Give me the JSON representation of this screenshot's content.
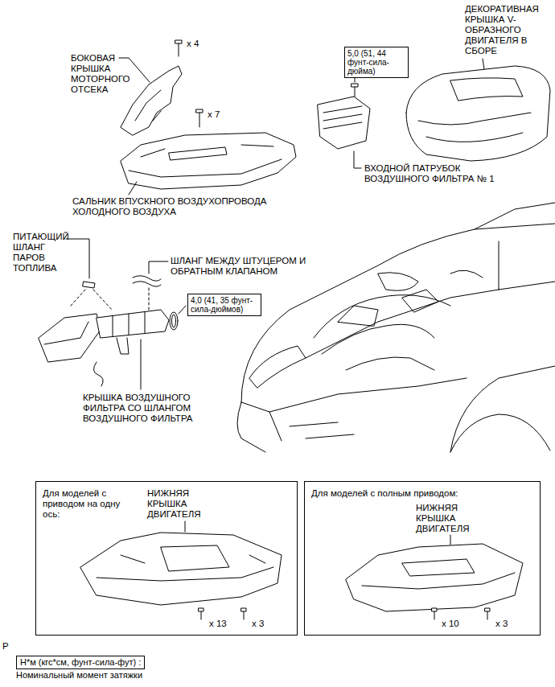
{
  "diagram": {
    "nodes": [
      {
        "text": [
          "5,0 (51, 44 фунт-сила-дюйма)"
        ]
      },
      {
        "text": [
          "4,0 (41, 35 фунт-сила-дюймов)"
        ]
      },
      {
        "text": [
          "Для моделей с приводом на одну ось:",
          "НИЖНЯЯ КРЫШКА ДВИГАТЕЛЯ",
          "x 13",
          "x 3"
        ]
      },
      {
        "text": [
          "Для моделей с полным приводом:",
          "НИЖНЯЯ КРЫШКА ДВИГАТЕЛЯ",
          "x 10",
          "x 3"
        ]
      },
      {
        "text": [
          "Н*м (кгс*см, фунт-сила-фут) :"
        ]
      }
    ],
    "labels": [
      "x 4",
      "БОКОВАЯ КРЫШКА МОТОРНОГО ОТСЕКА",
      "x 7",
      "САЛЬНИК ВПУСКНОГО ВОЗДУХОПРОВОДА ХОЛОДНОГО ВОЗДУХА",
      "ДЕКОРАТИВНАЯ КРЫШКА V-ОБРАЗНОГО ДВИГАТЕЛЯ В СБОРЕ",
      "ВХОДНОЙ ПАТРУБОК ВОЗДУШНОГО ФИЛЬТРА № 1",
      "ПИТАЮЩИЙ ШЛАНГ ПАРОВ ТОПЛИВА",
      "ШЛАНГ МЕЖДУ ШТУЦЕРОМ И ОБРАТНЫМ КЛАПАНОМ",
      "КРЫШКА ВОЗДУШНОГО ФИЛЬТРА СО ШЛАНГОМ ВОЗДУШНОГО ФИЛЬТРА",
      "P"
    ],
    "legend": [
      {
        "text": "Номинальный момент затяжки"
      }
    ]
  }
}
